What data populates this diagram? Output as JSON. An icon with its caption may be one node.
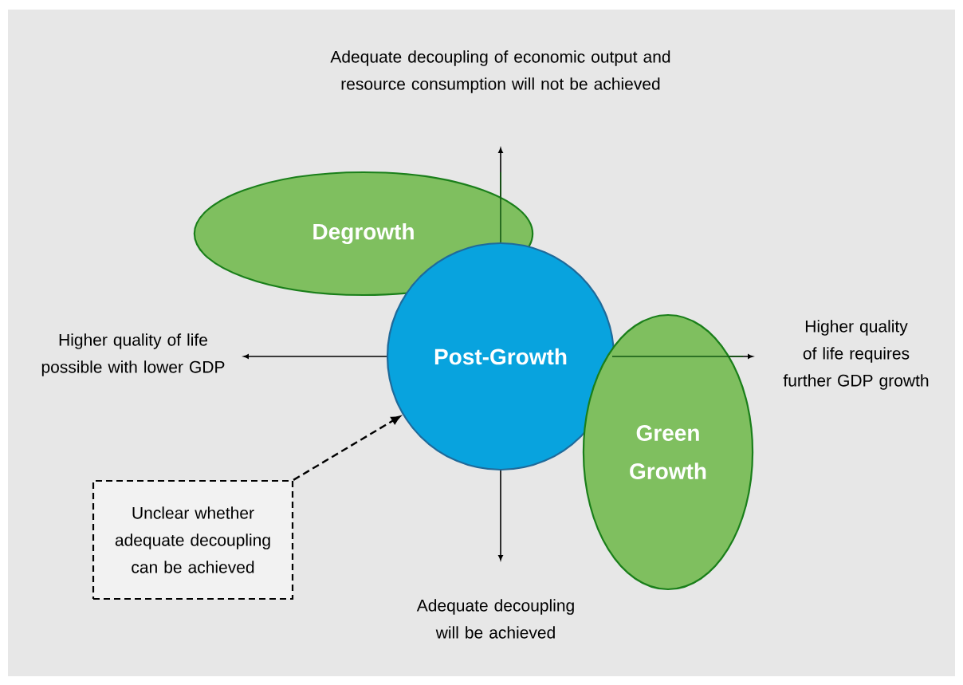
{
  "diagram": {
    "nodes": [
      {
        "text": [
          "Degrowth"
        ]
      },
      {
        "text": [
          "Post-Growth"
        ]
      },
      {
        "text": [
          "Green Growth"
        ]
      },
      {
        "text": [
          "Unclear whether adequate decoupling can be achieved"
        ]
      }
    ],
    "edges": [
      {
        "from": 3,
        "to": 1,
        "arrow": "to",
        "style": "dashed"
      }
    ],
    "labels": [
      "Adequate decoupling of economic output and resource consumption will not be achieved",
      "Higher quality of life possible with lower GDP",
      "Higher quality of life requires further GDP growth",
      "Adequate decoupling will be achieved"
    ]
  }
}
